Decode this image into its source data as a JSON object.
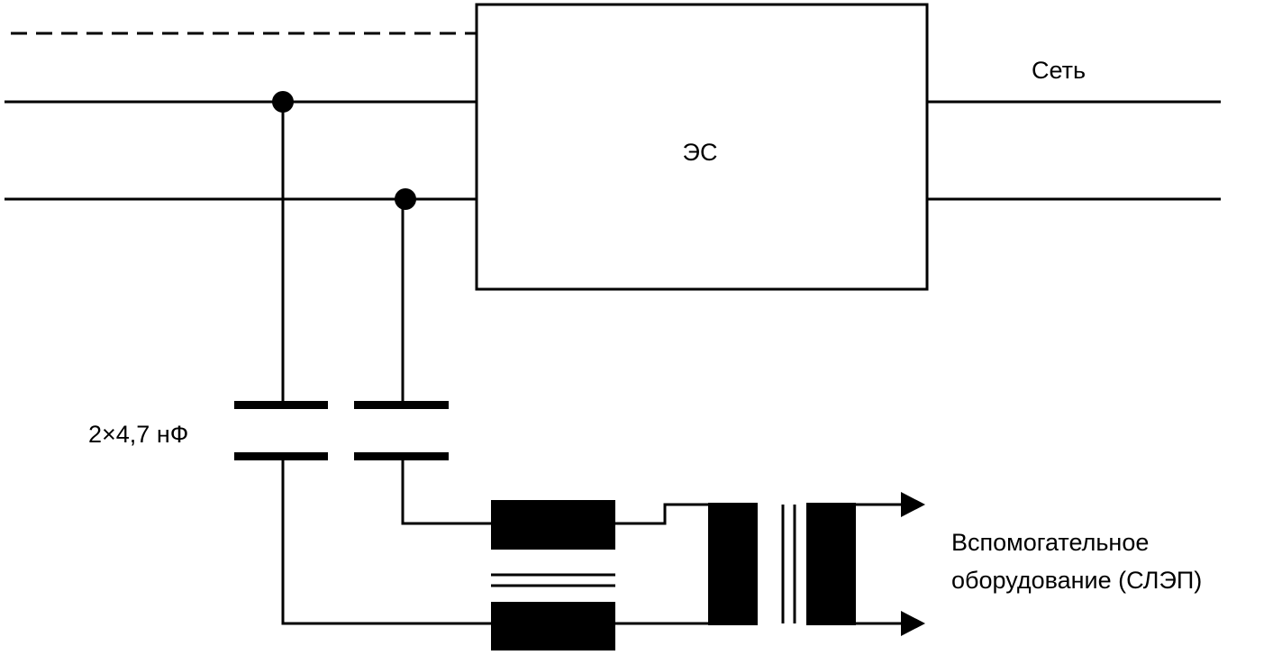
{
  "block": {
    "label": "ЭС"
  },
  "network": {
    "label": "Сеть"
  },
  "capacitors": {
    "label": "2×4,7 нФ"
  },
  "auxiliary": {
    "line1": "Вспомогательное",
    "line2": "оборудование (СЛЭП)"
  }
}
